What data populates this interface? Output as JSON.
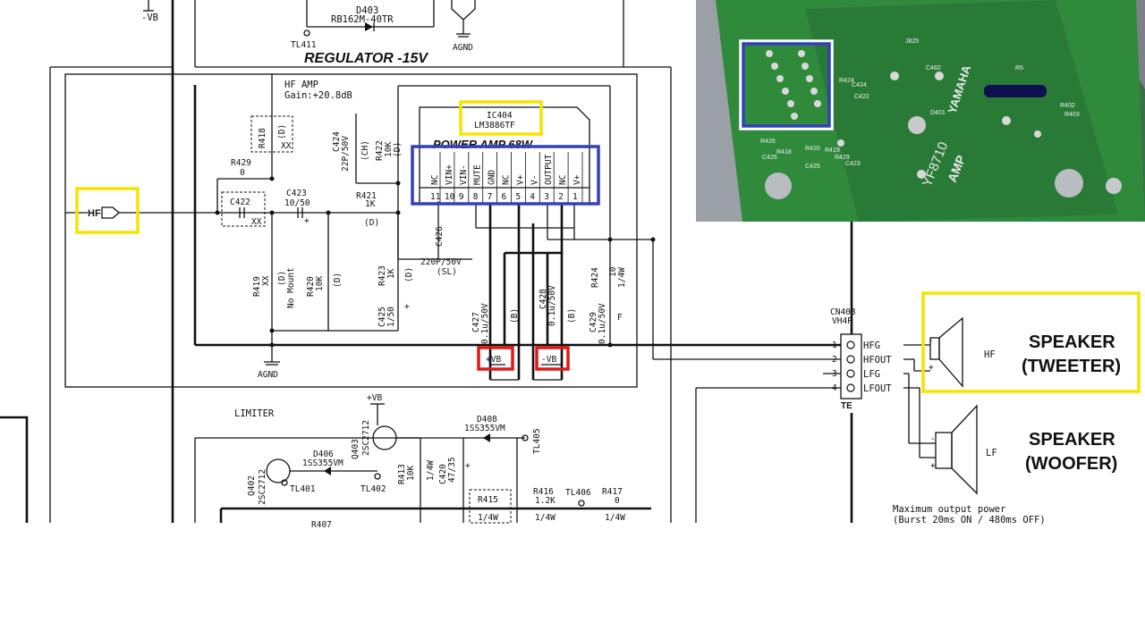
{
  "colors": {
    "line": "#111111",
    "highlight_yellow": "#f5e400",
    "highlight_blue": "#3340b8",
    "highlight_red": "#e01818",
    "pcb_green": "#2f8a3c",
    "pcb_dark": "#1f5e2a",
    "heatsink": "#9aa0a6"
  },
  "regulator": {
    "title": "REGULATOR -15V",
    "vb_neg": "-VB",
    "d403": "D403",
    "d403_part": "RB162M-40TR",
    "tl411": "TL411",
    "agnd": "AGND"
  },
  "hf_amp": {
    "title": "HF AMP",
    "gain": "Gain:+20.8dB",
    "hf_input": "HF",
    "ic_ref": "IC404",
    "ic_part": "LM3886TF",
    "ic_title": "POWER AMP 68W",
    "pins": [
      {
        "num": "11",
        "name": "NC"
      },
      {
        "num": "10",
        "name": "VIN+"
      },
      {
        "num": "9",
        "name": "VIN-"
      },
      {
        "num": "8",
        "name": "MUTE"
      },
      {
        "num": "7",
        "name": "GND"
      },
      {
        "num": "6",
        "name": "NC"
      },
      {
        "num": "5",
        "name": "V+"
      },
      {
        "num": "4",
        "name": "V-"
      },
      {
        "num": "3",
        "name": "OUTPUT"
      },
      {
        "num": "2",
        "name": "NC"
      },
      {
        "num": "1",
        "name": "V+"
      }
    ],
    "r418": "R418",
    "r418_val": "(D)",
    "r418_xx": "XX",
    "r429": "R429",
    "r429_val": "0",
    "c422": "C422",
    "c422_xx": "XX",
    "c423": "C423",
    "c423_val": "10/50",
    "c424": "C424",
    "c424_val": "22P/50V",
    "c424_type": "(CH)",
    "r422": "R422",
    "r422_val": "10K",
    "r422_type": "(D)",
    "r421": "R421",
    "r421_val": "1K",
    "r421_type": "(D)",
    "c426": "C426",
    "c426_val": "220P/50V",
    "c426_type": "(SL)",
    "r419": "R419",
    "r419_val": "XX",
    "r419_type": "(D)",
    "r419_note": "No Mount",
    "r420": "R420",
    "r420_val": "10K",
    "r420_type": "(D)",
    "r423": "R423",
    "r423_val": "1K",
    "r423_type": "(D)",
    "c425": "C425",
    "c425_val": "1/50",
    "c427": "C427",
    "c427_val": "0.1u/50V",
    "c427_type": "(B)",
    "c428": "C428",
    "c428_val": "0.1u/50V",
    "c428_type": "(B)",
    "r424": "R424",
    "r424_val": "10",
    "r424_pow": "1/4W",
    "c429": "C429",
    "c429_val": "0.1u/50V",
    "c429_type": "F",
    "vb_pos": "+VB",
    "vb_neg": "-VB",
    "agnd": "AGND"
  },
  "connector": {
    "ref": "CN403",
    "part": "VH4P",
    "te": "TE",
    "pins": [
      {
        "num": "1",
        "name": "HFG"
      },
      {
        "num": "2",
        "name": "HFOUT"
      },
      {
        "num": "3",
        "name": "LFG"
      },
      {
        "num": "4",
        "name": "LFOUT"
      }
    ]
  },
  "speakers": {
    "hf_label": "HF",
    "tweeter_line1": "SPEAKER",
    "tweeter_line2": "(TWEETER)",
    "lf_label": "LF",
    "woofer_line1": "SPEAKER",
    "woofer_line2": "(WOOFER)",
    "minus": "-",
    "plus": "+",
    "max_power_line1": "Maximum output power",
    "max_power_line2": "(Burst 20ms ON / 480ms OFF)"
  },
  "limiter": {
    "title": "LIMITER",
    "vb_pos": "+VB",
    "q402": "Q402",
    "q402_part": "2SC2712",
    "q403": "Q403",
    "q403_part": "2SC2712",
    "d406": "D406",
    "d406_part": "1SS355VM",
    "d408": "D408",
    "d408_part": "1SS355VM",
    "tl401": "TL401",
    "tl402": "TL402",
    "tl405": "TL405",
    "tl406": "TL406",
    "r413": "R413",
    "r413_val": "10K",
    "r413_pow": "1/4W",
    "c420": "C420",
    "c420_val": "47/35",
    "r415": "R415",
    "r415_pow": "1/4W",
    "r416": "R416",
    "r416_val": "1.2K",
    "r416_pow": "1/4W",
    "r417": "R417",
    "r417_val": "0",
    "r417_pow": "1/4W",
    "r407": "R407"
  },
  "photo": {
    "brand": "YAMAHA",
    "model": "YF8710",
    "amp": "AMP",
    "silk": [
      "C424",
      "C422",
      "R424",
      "C425",
      "R426",
      "R418",
      "C426",
      "R420",
      "R419",
      "C423",
      "R429",
      "D401",
      "R402",
      "R403",
      "J825",
      "C482",
      "R5"
    ]
  }
}
